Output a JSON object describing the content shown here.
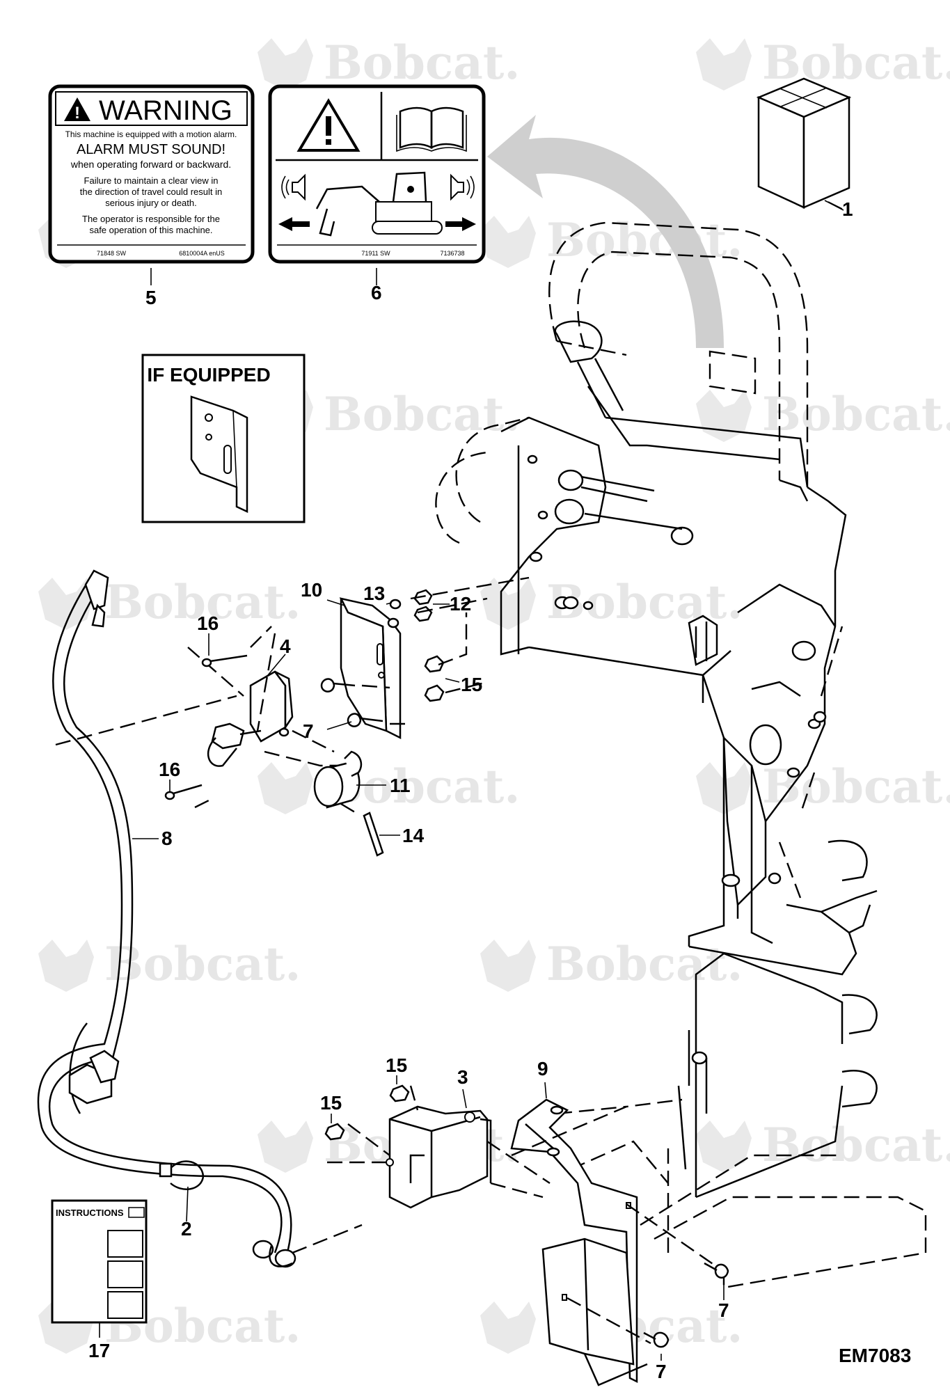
{
  "diagram_code": "EM7083",
  "watermark_text": "Bobcat.",
  "colors": {
    "line": "#000000",
    "watermark": "#e6e6e6",
    "arrow": "#c8c8c8"
  },
  "callouts": {
    "c1": "1",
    "c2": "2",
    "c3": "3",
    "c4": "4",
    "c5": "5",
    "c6": "6",
    "c7a": "7",
    "c7b": "7",
    "c7c": "7",
    "c8": "8",
    "c9": "9",
    "c10": "10",
    "c11": "11",
    "c12": "12",
    "c13": "13",
    "c14": "14",
    "c15a": "15",
    "c15b": "15",
    "c15c": "15",
    "c16a": "16",
    "c16b": "16",
    "c17": "17"
  },
  "warning_decal": {
    "heading": "WARNING",
    "line1": "This machine is equipped with a motion alarm.",
    "line2": "ALARM MUST SOUND!",
    "line3": "when operating forward or backward.",
    "line4": "Failure to maintain a clear view in",
    "line5": "the direction of travel could result in",
    "line6": "serious injury or death.",
    "line7": "The operator is responsible for the",
    "line8": "safe operation of this machine.",
    "code_left": "71848 SW",
    "code_right": "6810004A enUS"
  },
  "pictorial_decal": {
    "code_left": "71911 SW",
    "code_right": "7136738"
  },
  "if_equipped_label": "IF EQUIPPED",
  "instructions_label": "INSTRUCTIONS"
}
